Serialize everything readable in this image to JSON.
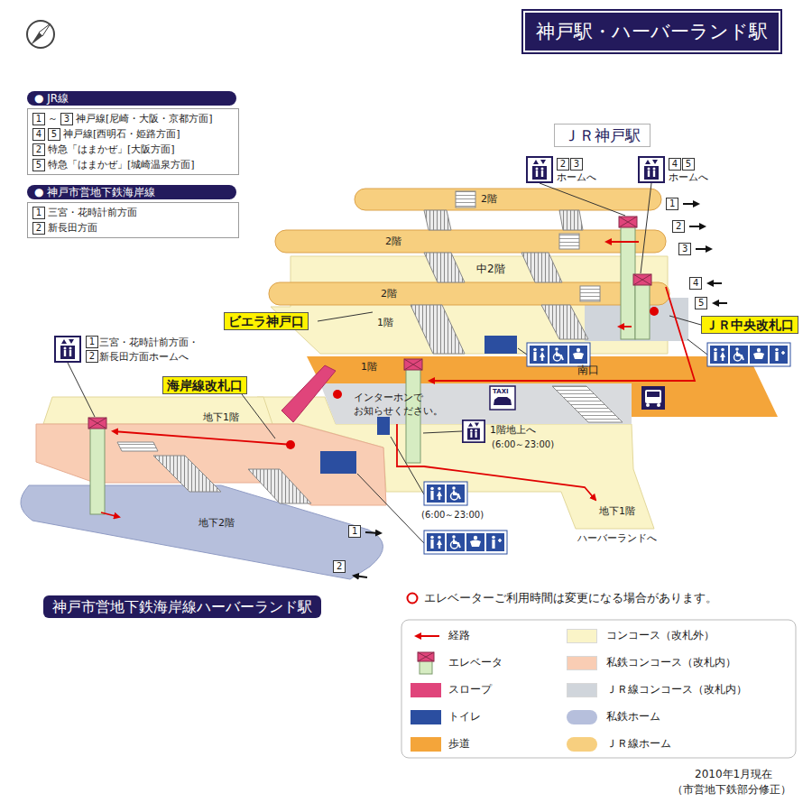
{
  "diagram": {
    "title": "神戸駅・ハーバーランド駅",
    "nodes": [
      {
        "text": [
          "● JR線"
        ]
      },
      {
        "text": [
          "1",
          "～",
          "3",
          "神戸線[尼崎・大阪・京都方面]",
          "4",
          "5",
          "神戸線[西明石・姫路方面]",
          "2",
          "特急「はまかぜ」[大阪方面]",
          "5",
          "特急「はまかぜ」[城崎温泉方面]"
        ]
      },
      {
        "text": [
          "● 神戸市営地下鉄海岸線"
        ]
      },
      {
        "text": [
          "1",
          "三宮・花時計前方面",
          "2",
          "新長田方面"
        ]
      },
      {
        "text": [
          "ＪＲ神戸駅"
        ]
      },
      {
        "text": [
          "2階"
        ]
      },
      {
        "text": [
          "2階"
        ]
      },
      {
        "text": [
          "2階"
        ]
      },
      {
        "text": [
          "1"
        ]
      },
      {
        "text": [
          "2"
        ]
      },
      {
        "text": [
          "3"
        ]
      },
      {
        "text": [
          "4"
        ]
      },
      {
        "text": [
          "5"
        ]
      },
      {
        "text": [
          "ビエラ神戸口"
        ]
      },
      {
        "text": [
          "ＪＲ中央改札口"
        ]
      },
      {
        "text": [
          "海岸線改札口"
        ]
      },
      {
        "text": [
          "地下2階"
        ]
      },
      {
        "text": [
          "1"
        ]
      },
      {
        "text": [
          "2"
        ]
      },
      {
        "text": [
          "神戸市営地下鉄海岸線ハーバーランド駅"
        ]
      }
    ],
    "labels": [
      "2",
      "3",
      "ホームへ",
      "4",
      "5",
      "ホームへ",
      "中2階",
      "1階",
      "1",
      "三宮・花時計前方面・",
      "2",
      "新長田方面ホームへ",
      "1階",
      "南口",
      "TAXI",
      "インターホンで お知らせください。",
      "地下1階",
      "1階地上へ",
      "(6:00～23:00)",
      "(6:00～23:00)",
      "地下1階",
      "ハーバーランドへ",
      "エレベーターご利用時間は変更になる場合があります。",
      "2010年1月現在",
      "（市営地下鉄部分修正）"
    ],
    "legend": [
      {
        "text": "経路"
      },
      {
        "text": "エレベータ"
      },
      {
        "text": "スロープ",
        "color": "#e0457b"
      },
      {
        "text": "トイレ",
        "color": "#2b4ea0"
      },
      {
        "text": "歩道",
        "color": "#f4a53a"
      },
      {
        "text": "コンコース（改札外）",
        "color": "#faf4c8"
      },
      {
        "text": "私鉄コンコース（改札内）",
        "color": "#f9cdb4"
      },
      {
        "text": "ＪＲ線コンコース（改札内）",
        "color": "#d0d5db"
      },
      {
        "text": "私鉄ホーム",
        "color": "#b6bfdc"
      },
      {
        "text": "ＪＲ線ホーム",
        "color": "#f7cf7f"
      }
    ]
  }
}
